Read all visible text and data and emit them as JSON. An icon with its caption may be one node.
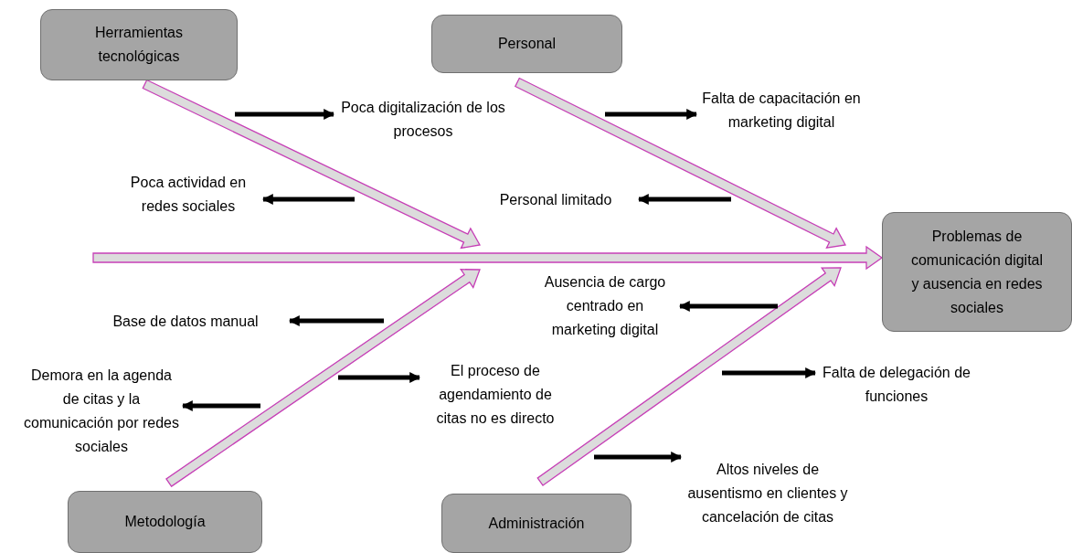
{
  "diagram": {
    "nodes": [
      {
        "text": [
          "Herramientas tecnológicas"
        ]
      },
      {
        "text": [
          "Personal"
        ]
      },
      {
        "text": [
          "Problemas de comunicación digital y ausencia en redes sociales"
        ]
      },
      {
        "text": [
          "Metodología"
        ]
      },
      {
        "text": [
          "Administración"
        ]
      },
      {
        "text": [
          "Poca digitalización de los procesos"
        ]
      },
      {
        "text": [
          "Poca actividad en redes sociales"
        ]
      },
      {
        "text": [
          "Falta de capacitación en marketing digital"
        ]
      },
      {
        "text": [
          "Personal limitado"
        ]
      },
      {
        "text": [
          "Ausencia de cargo centrado en marketing digital"
        ]
      },
      {
        "text": [
          "Base de datos manual"
        ]
      },
      {
        "text": [
          "Demora en la agenda de citas y la comunicación por redes sociales"
        ]
      },
      {
        "text": [
          "El proceso de agendamiento de citas no es directo"
        ]
      },
      {
        "text": [
          "Falta de delegación de funciones"
        ]
      },
      {
        "text": [
          "Altos niveles de ausentismo en clientes y cancelación de citas"
        ]
      }
    ],
    "edges": [
      {
        "from": 0,
        "to": null,
        "arrow": "to",
        "style": "thick"
      },
      {
        "from": 1,
        "to": null,
        "arrow": "to",
        "style": "thick"
      },
      {
        "from": null,
        "to": 2,
        "arrow": "to",
        "style": "thick"
      },
      {
        "from": 3,
        "to": null,
        "arrow": "to",
        "style": "thick"
      },
      {
        "from": 4,
        "to": null,
        "arrow": "to",
        "style": "thick"
      },
      {
        "from": null,
        "to": 5,
        "arrow": "to"
      },
      {
        "from": null,
        "to": 6,
        "arrow": "to"
      },
      {
        "from": null,
        "to": 7,
        "arrow": "to"
      },
      {
        "from": null,
        "to": 8,
        "arrow": "to"
      },
      {
        "from": null,
        "to": 9,
        "arrow": "to"
      },
      {
        "from": null,
        "to": 10,
        "arrow": "to"
      },
      {
        "from": null,
        "to": 11,
        "arrow": "to"
      },
      {
        "from": null,
        "to": 12,
        "arrow": "to"
      },
      {
        "from": null,
        "to": 13,
        "arrow": "to"
      },
      {
        "from": null,
        "to": 14,
        "arrow": "to"
      }
    ]
  }
}
